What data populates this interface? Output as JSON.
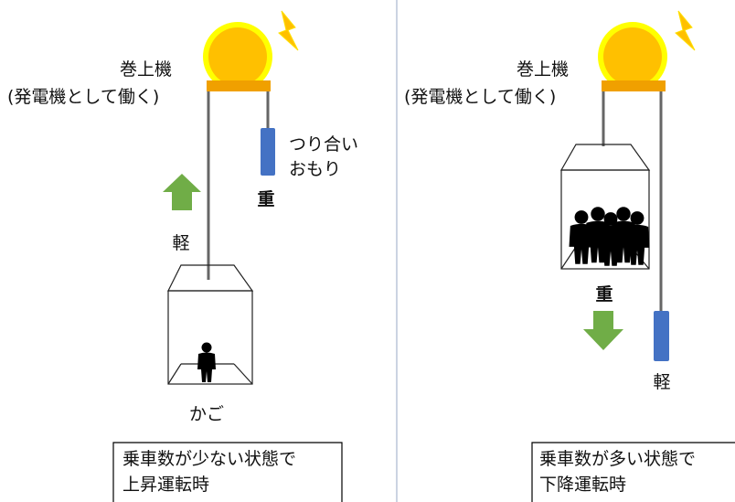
{
  "colors": {
    "motor_fill": "#FFC000",
    "motor_glow": "#FFFF00",
    "motor_rail": "#F0A000",
    "lightning": "#FFC000",
    "lightning_stroke": "#FFE000",
    "counterweight": "#4472C4",
    "arrow_green": "#70AD47",
    "divider": "#A9B8CE",
    "cable": "#666666",
    "person": "#000000"
  },
  "icons": {
    "motor": "sun-shaped-winch",
    "power": "lightning-bolt-icon",
    "person": "person-silhouette-icon",
    "up": "arrow-up-icon",
    "down": "arrow-down-icon"
  },
  "left": {
    "motor_label_line1": "巻上機",
    "motor_label_line2": "(発電機として働く)",
    "counterweight_label_line1": "つり合い",
    "counterweight_label_line2": "おもり",
    "counterweight_weight": "重",
    "car_weight": "軽",
    "car_label": "かご",
    "caption_line1": "乗車数が少ない状態で",
    "caption_line2": "上昇運転時"
  },
  "right": {
    "motor_label_line1": "巻上機",
    "motor_label_line2": "(発電機として働く)",
    "car_weight": "重",
    "counterweight_weight": "軽",
    "caption_line1": "乗車数が多い状態で",
    "caption_line2": "下降運転時"
  }
}
